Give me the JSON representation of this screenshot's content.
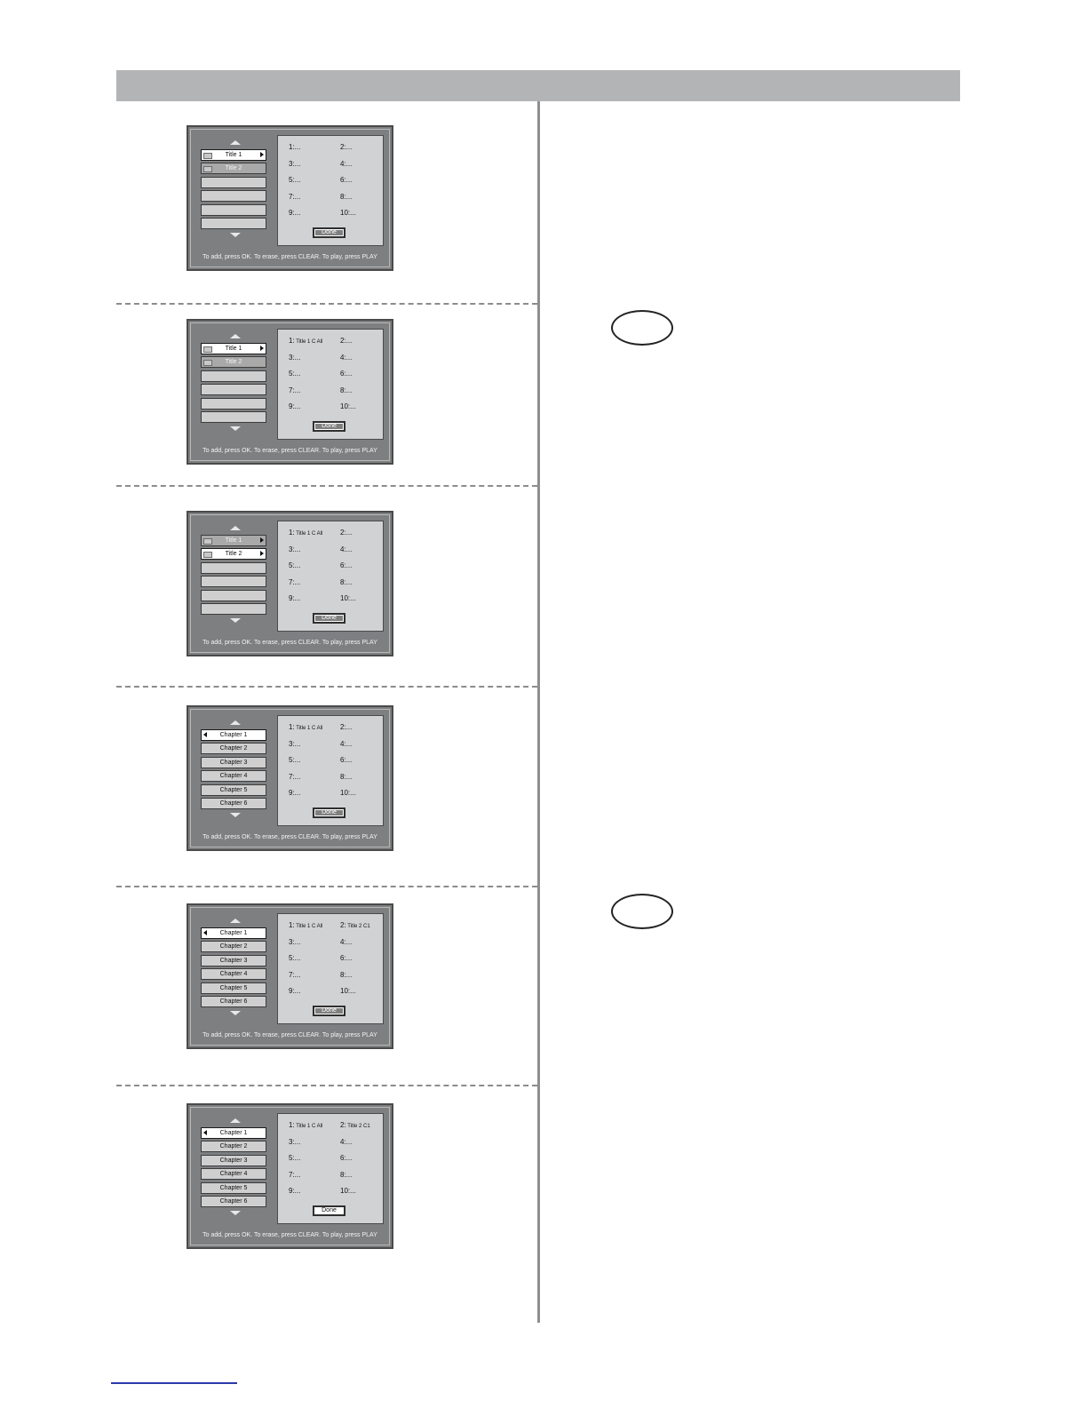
{
  "footer_link": "",
  "screens": [
    {
      "list": [
        {
          "label": "Title 1",
          "state": "sel",
          "disc": true,
          "arrow": "right"
        },
        {
          "label": "Title 2",
          "state": "dim",
          "disc": true,
          "arrow": ""
        },
        {
          "label": "",
          "state": "",
          "disc": false,
          "arrow": ""
        },
        {
          "label": "",
          "state": "",
          "disc": false,
          "arrow": ""
        },
        {
          "label": "",
          "state": "",
          "disc": false,
          "arrow": ""
        },
        {
          "label": "",
          "state": "",
          "disc": false,
          "arrow": ""
        }
      ],
      "slots": [
        {
          "num": "1:",
          "val": "..."
        },
        {
          "num": "2:",
          "val": "..."
        },
        {
          "num": "3:",
          "val": "..."
        },
        {
          "num": "4:",
          "val": "..."
        },
        {
          "num": "5:",
          "val": "..."
        },
        {
          "num": "6:",
          "val": "..."
        },
        {
          "num": "7:",
          "val": "..."
        },
        {
          "num": "8:",
          "val": "..."
        },
        {
          "num": "9:",
          "val": "..."
        },
        {
          "num": "10:",
          "val": "..."
        }
      ],
      "done_label": "Done",
      "done_active": false,
      "caption": "To add, press OK. To erase, press CLEAR. To play, press PLAY"
    },
    {
      "list": [
        {
          "label": "Title 1",
          "state": "sel",
          "disc": true,
          "arrow": "right"
        },
        {
          "label": "Title 2",
          "state": "dim",
          "disc": true,
          "arrow": ""
        },
        {
          "label": "",
          "state": "",
          "disc": false,
          "arrow": ""
        },
        {
          "label": "",
          "state": "",
          "disc": false,
          "arrow": ""
        },
        {
          "label": "",
          "state": "",
          "disc": false,
          "arrow": ""
        },
        {
          "label": "",
          "state": "",
          "disc": false,
          "arrow": ""
        }
      ],
      "slots": [
        {
          "num": "1:",
          "val": " Title 1 C All",
          "small": true
        },
        {
          "num": "2:",
          "val": "..."
        },
        {
          "num": "3:",
          "val": "..."
        },
        {
          "num": "4:",
          "val": "..."
        },
        {
          "num": "5:",
          "val": "..."
        },
        {
          "num": "6:",
          "val": "..."
        },
        {
          "num": "7:",
          "val": "..."
        },
        {
          "num": "8:",
          "val": "..."
        },
        {
          "num": "9:",
          "val": "..."
        },
        {
          "num": "10:",
          "val": "..."
        }
      ],
      "done_label": "Done",
      "done_active": false,
      "caption": "To add, press OK. To erase, press CLEAR. To play, press PLAY"
    },
    {
      "list": [
        {
          "label": "Title 1",
          "state": "dim",
          "disc": true,
          "arrow": "right"
        },
        {
          "label": "Title 2",
          "state": "sel",
          "disc": true,
          "arrow": "right"
        },
        {
          "label": "",
          "state": "",
          "disc": false,
          "arrow": ""
        },
        {
          "label": "",
          "state": "",
          "disc": false,
          "arrow": ""
        },
        {
          "label": "",
          "state": "",
          "disc": false,
          "arrow": ""
        },
        {
          "label": "",
          "state": "",
          "disc": false,
          "arrow": ""
        }
      ],
      "slots": [
        {
          "num": "1:",
          "val": " Title 1 C All",
          "small": true
        },
        {
          "num": "2:",
          "val": "..."
        },
        {
          "num": "3:",
          "val": "..."
        },
        {
          "num": "4:",
          "val": "..."
        },
        {
          "num": "5:",
          "val": "..."
        },
        {
          "num": "6:",
          "val": "..."
        },
        {
          "num": "7:",
          "val": "..."
        },
        {
          "num": "8:",
          "val": "..."
        },
        {
          "num": "9:",
          "val": "..."
        },
        {
          "num": "10:",
          "val": "..."
        }
      ],
      "done_label": "Done",
      "done_active": false,
      "caption": "To add, press OK. To erase, press CLEAR. To play, press PLAY"
    },
    {
      "list": [
        {
          "label": "Chapter  1",
          "state": "sel",
          "disc": false,
          "arrow": "left"
        },
        {
          "label": "Chapter  2",
          "state": "",
          "disc": false,
          "arrow": ""
        },
        {
          "label": "Chapter  3",
          "state": "",
          "disc": false,
          "arrow": ""
        },
        {
          "label": "Chapter  4",
          "state": "",
          "disc": false,
          "arrow": ""
        },
        {
          "label": "Chapter  5",
          "state": "",
          "disc": false,
          "arrow": ""
        },
        {
          "label": "Chapter  6",
          "state": "",
          "disc": false,
          "arrow": ""
        }
      ],
      "slots": [
        {
          "num": "1:",
          "val": " Title 1 C All",
          "small": true
        },
        {
          "num": "2:",
          "val": "..."
        },
        {
          "num": "3:",
          "val": "..."
        },
        {
          "num": "4:",
          "val": "..."
        },
        {
          "num": "5:",
          "val": "..."
        },
        {
          "num": "6:",
          "val": "..."
        },
        {
          "num": "7:",
          "val": "..."
        },
        {
          "num": "8:",
          "val": "..."
        },
        {
          "num": "9:",
          "val": "..."
        },
        {
          "num": "10:",
          "val": "..."
        }
      ],
      "done_label": "Done",
      "done_active": false,
      "caption": "To add, press OK. To erase, press CLEAR. To play, press PLAY"
    },
    {
      "list": [
        {
          "label": "Chapter  1",
          "state": "sel",
          "disc": false,
          "arrow": "left"
        },
        {
          "label": "Chapter  2",
          "state": "",
          "disc": false,
          "arrow": ""
        },
        {
          "label": "Chapter  3",
          "state": "",
          "disc": false,
          "arrow": ""
        },
        {
          "label": "Chapter  4",
          "state": "",
          "disc": false,
          "arrow": ""
        },
        {
          "label": "Chapter  5",
          "state": "",
          "disc": false,
          "arrow": ""
        },
        {
          "label": "Chapter  6",
          "state": "",
          "disc": false,
          "arrow": ""
        }
      ],
      "slots": [
        {
          "num": "1:",
          "val": " Title 1 C All",
          "small": true
        },
        {
          "num": "2:",
          "val": " Title 2 C1",
          "small": true
        },
        {
          "num": "3:",
          "val": "..."
        },
        {
          "num": "4:",
          "val": "..."
        },
        {
          "num": "5:",
          "val": "..."
        },
        {
          "num": "6:",
          "val": "..."
        },
        {
          "num": "7:",
          "val": "..."
        },
        {
          "num": "8:",
          "val": "..."
        },
        {
          "num": "9:",
          "val": "..."
        },
        {
          "num": "10:",
          "val": "..."
        }
      ],
      "done_label": "Done",
      "done_active": false,
      "caption": "To add, press OK. To erase, press CLEAR. To play, press PLAY"
    },
    {
      "list": [
        {
          "label": "Chapter  1",
          "state": "sel",
          "disc": false,
          "arrow": "left"
        },
        {
          "label": "Chapter  2",
          "state": "",
          "disc": false,
          "arrow": ""
        },
        {
          "label": "Chapter  3",
          "state": "",
          "disc": false,
          "arrow": ""
        },
        {
          "label": "Chapter  4",
          "state": "",
          "disc": false,
          "arrow": ""
        },
        {
          "label": "Chapter  5",
          "state": "",
          "disc": false,
          "arrow": ""
        },
        {
          "label": "Chapter  6",
          "state": "",
          "disc": false,
          "arrow": ""
        }
      ],
      "slots": [
        {
          "num": "1:",
          "val": " Title 1 C All",
          "small": true
        },
        {
          "num": "2:",
          "val": " Title 2 C1",
          "small": true
        },
        {
          "num": "3:",
          "val": "..."
        },
        {
          "num": "4:",
          "val": "..."
        },
        {
          "num": "5:",
          "val": "..."
        },
        {
          "num": "6:",
          "val": "..."
        },
        {
          "num": "7:",
          "val": "..."
        },
        {
          "num": "8:",
          "val": "..."
        },
        {
          "num": "9:",
          "val": "..."
        },
        {
          "num": "10:",
          "val": "..."
        }
      ],
      "done_label": "Done",
      "done_active": true,
      "caption": "To add, press OK. To erase, press CLEAR. To play, press PLAY"
    }
  ]
}
